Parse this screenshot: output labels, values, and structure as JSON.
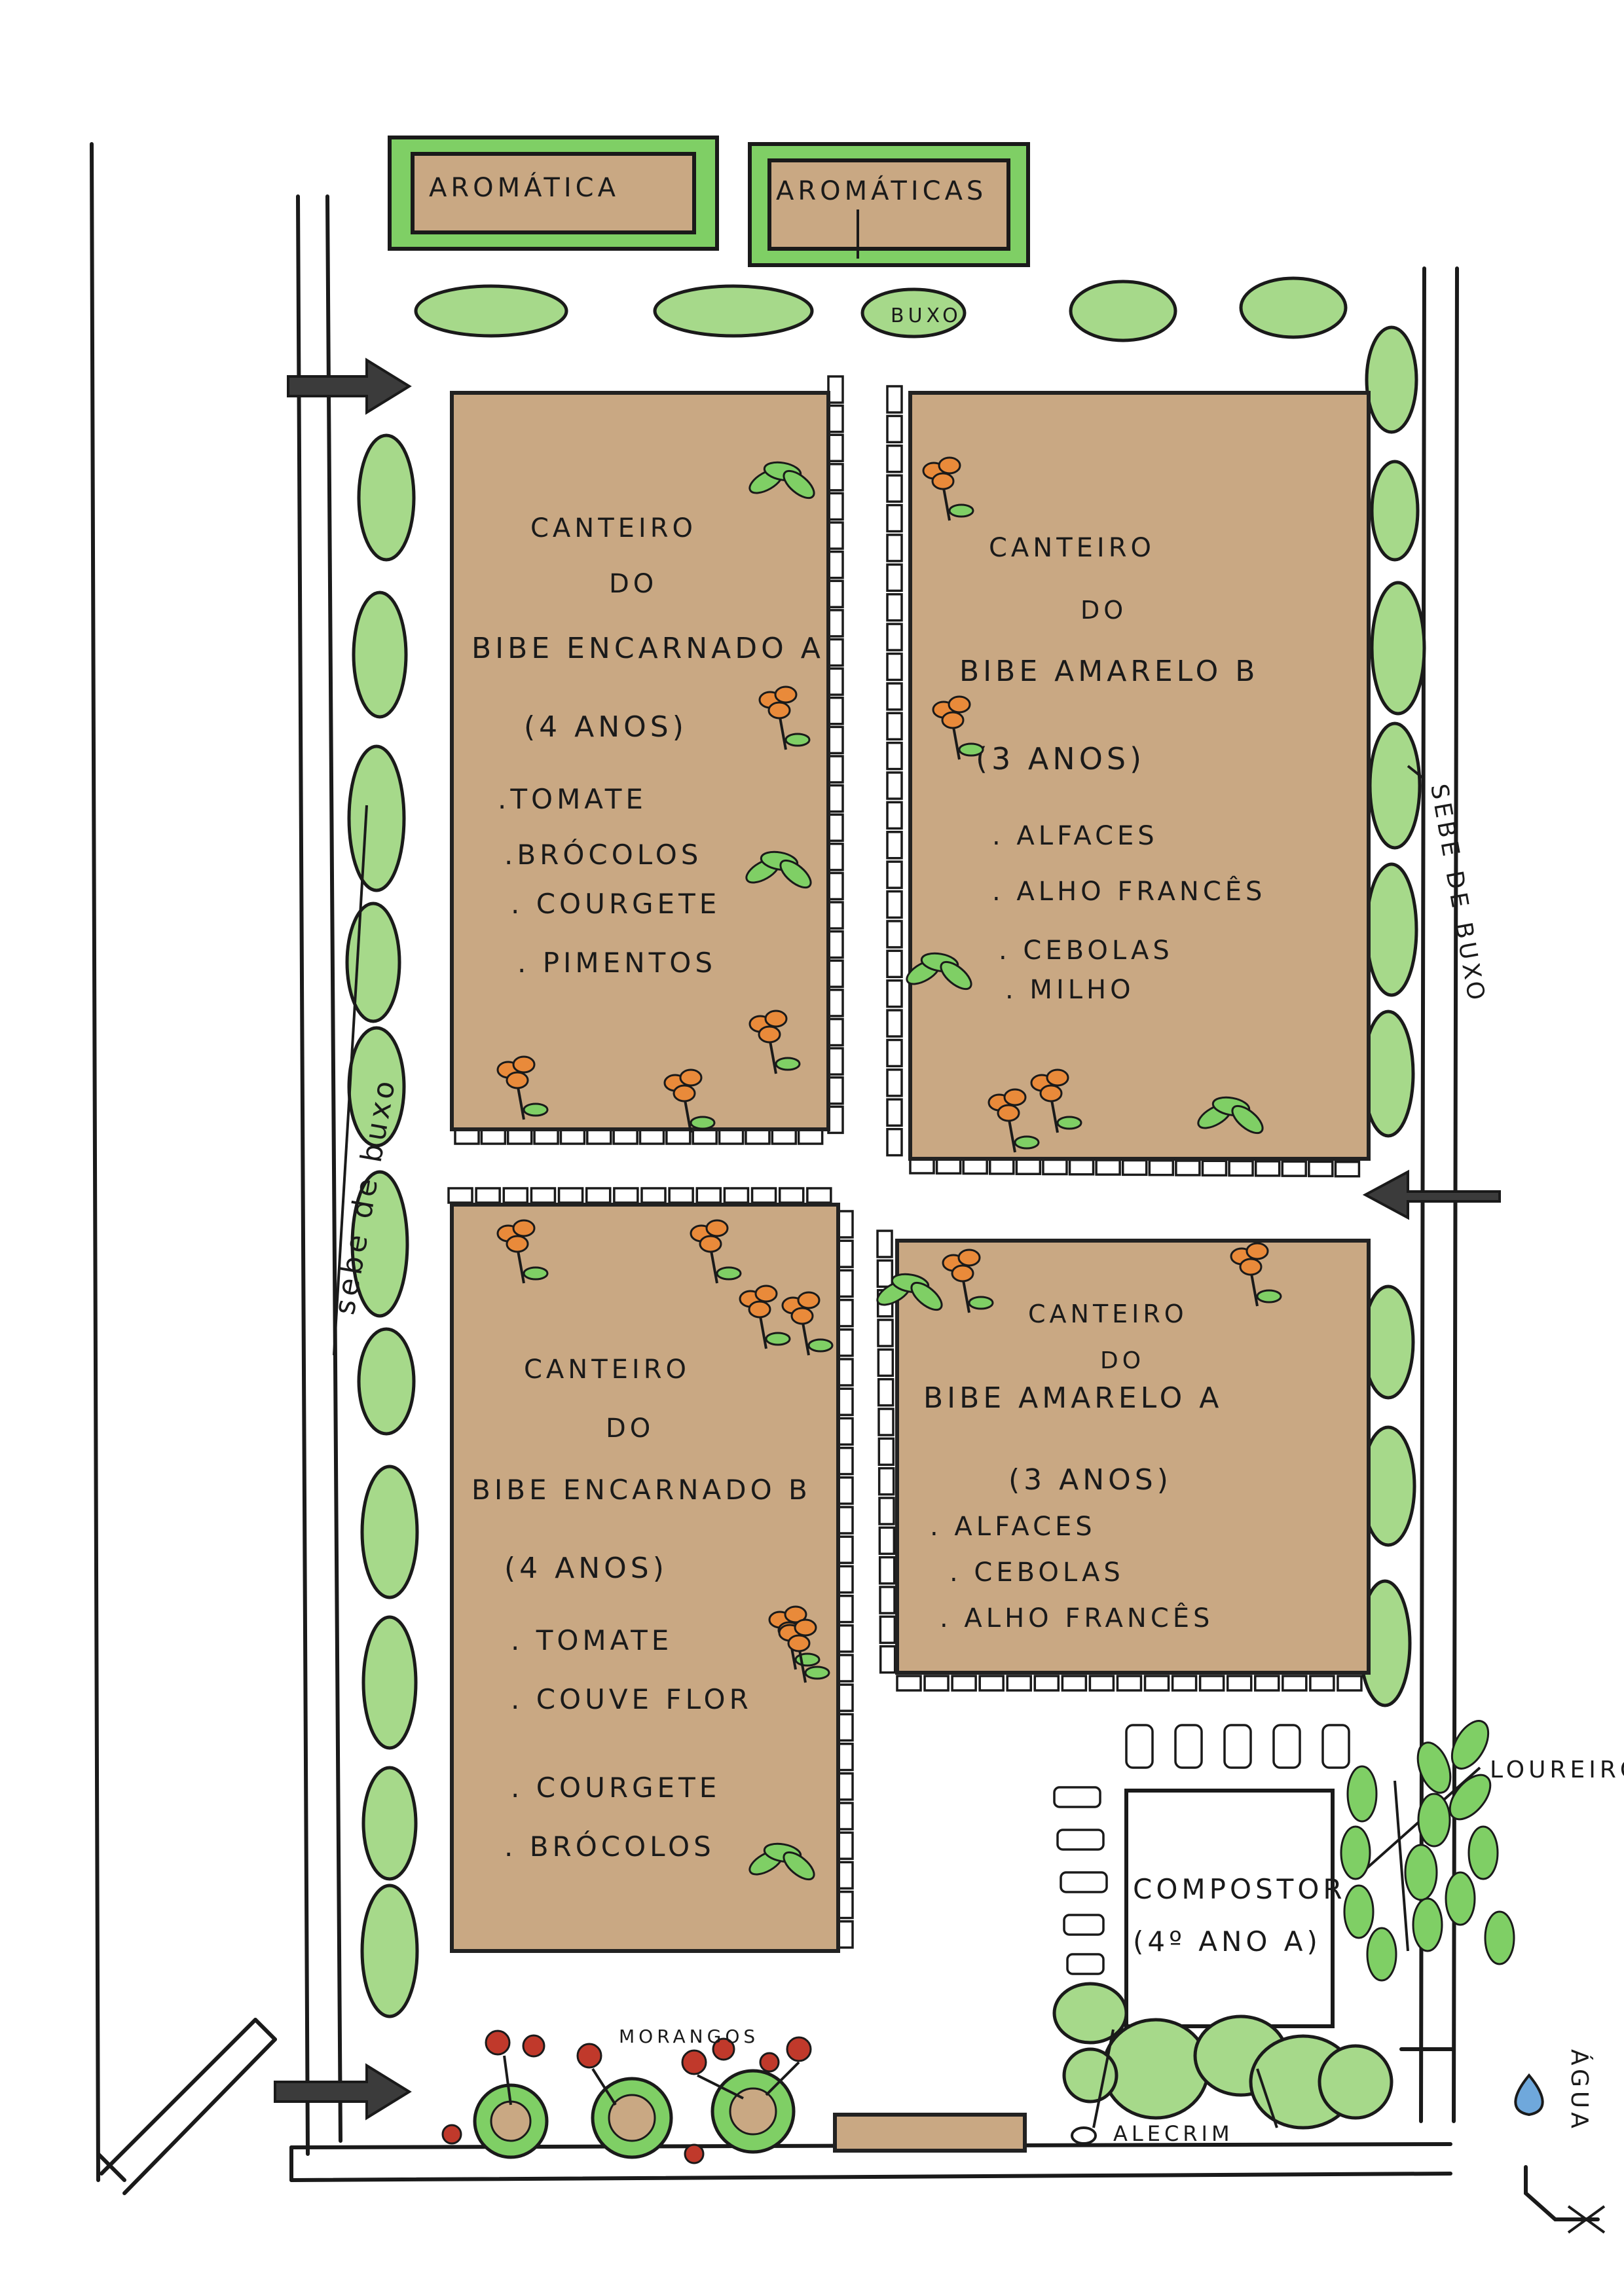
{
  "labels": {
    "aromatica_left": "AROMÁTICA",
    "aromaticas_right": "AROMÁTICAS",
    "buxo_top": "BUXO",
    "sebe_left": "sebe de buxo",
    "sebe_right": "SEBE DE BUXO",
    "morangos": "MORANGOS",
    "alecrim": "ALECRIM",
    "loureiro": "LOUREIRO",
    "agua": "ÁGUA"
  },
  "beds": [
    {
      "id": "encarnado-a",
      "line1": "CANTEIRO",
      "line2": "DO",
      "line3": "BIBE ENCARNADO A",
      "age": "(4 ANOS)",
      "crops": [
        ".TOMATE",
        ".BRÓCOLOS",
        ". COURGETE",
        ". PIMENTOS"
      ]
    },
    {
      "id": "amarelo-b",
      "line1": "CANTEIRO",
      "line2": "DO",
      "line3": "BIBE AMARELO B",
      "age": "(3 ANOS)",
      "crops": [
        ". ALFACES",
        ". ALHO FRANCÊS",
        ". CEBOLAS",
        ". MILHO"
      ]
    },
    {
      "id": "encarnado-b",
      "line1": "CANTEIRO",
      "line2": "DO",
      "line3": "BIBE ENCARNADO B",
      "age": "(4 ANOS)",
      "crops": [
        ". TOMATE",
        ". COUVE FLOR",
        ". COURGETE",
        ". BRÓCOLOS"
      ]
    },
    {
      "id": "amarelo-a",
      "line1": "CANTEIRO",
      "line2": "DO",
      "line3": "BIBE AMARELO A",
      "age": "(3 ANOS)",
      "crops": [
        ". ALFACES",
        ". CEBOLAS",
        ". ALHO FRANCÊS"
      ]
    }
  ],
  "compostor": {
    "title": "COMPOSTOR",
    "sub": "(4º ANO A)"
  },
  "colors": {
    "soil": "#c9a883",
    "hedge": "#a6d98a",
    "aromatic_border": "#7fcf65",
    "flower": "#e98a3a",
    "strawberry": "#c0392b",
    "water": "#6fa8dc"
  }
}
